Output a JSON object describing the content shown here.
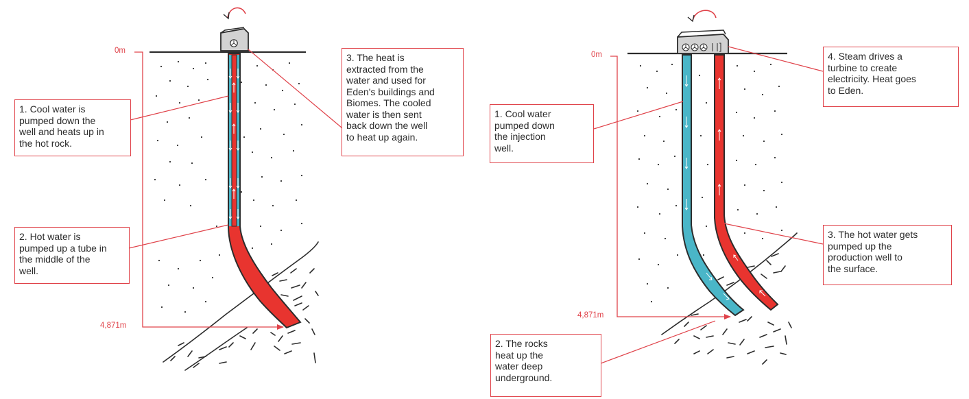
{
  "left_diagram": {
    "depth_top": "0m",
    "depth_bottom": "4,871m",
    "step1": "1. Cool water is\npumped down the\nwell and heats up in\nthe hot rock.",
    "step2": "2. Hot water is\npumped up a tube in\nthe middle of the\nwell.",
    "step3": "3. The heat is\nextracted from the\nwater and used for\nEden's buildings and\nBiomes. The cooled\nwater is then sent\nback down the well\nto heat up again."
  },
  "right_diagram": {
    "depth_top": "0m",
    "depth_bottom": "4,871m",
    "step1": "1. Cool water\npumped down\nthe injection\nwell.",
    "step2": "2. The rocks\nheat up the\nwater deep\nunderground.",
    "step3": "3. The hot water gets\npumped up the\nproduction well to\nthe surface.",
    "step4": "4. Steam drives a\nturbine to create\nelectricity. Heat goes\nto Eden."
  },
  "colors": {
    "accent_red": "#e0434a",
    "hot_water": "#e8342f",
    "cool_water": "#4ab6c8",
    "ink": "#2c2c2c",
    "plant_box": "#d2d2d2"
  },
  "icons": [
    "rotation-arrow-icon",
    "fan-icon",
    "turbine-icon"
  ]
}
